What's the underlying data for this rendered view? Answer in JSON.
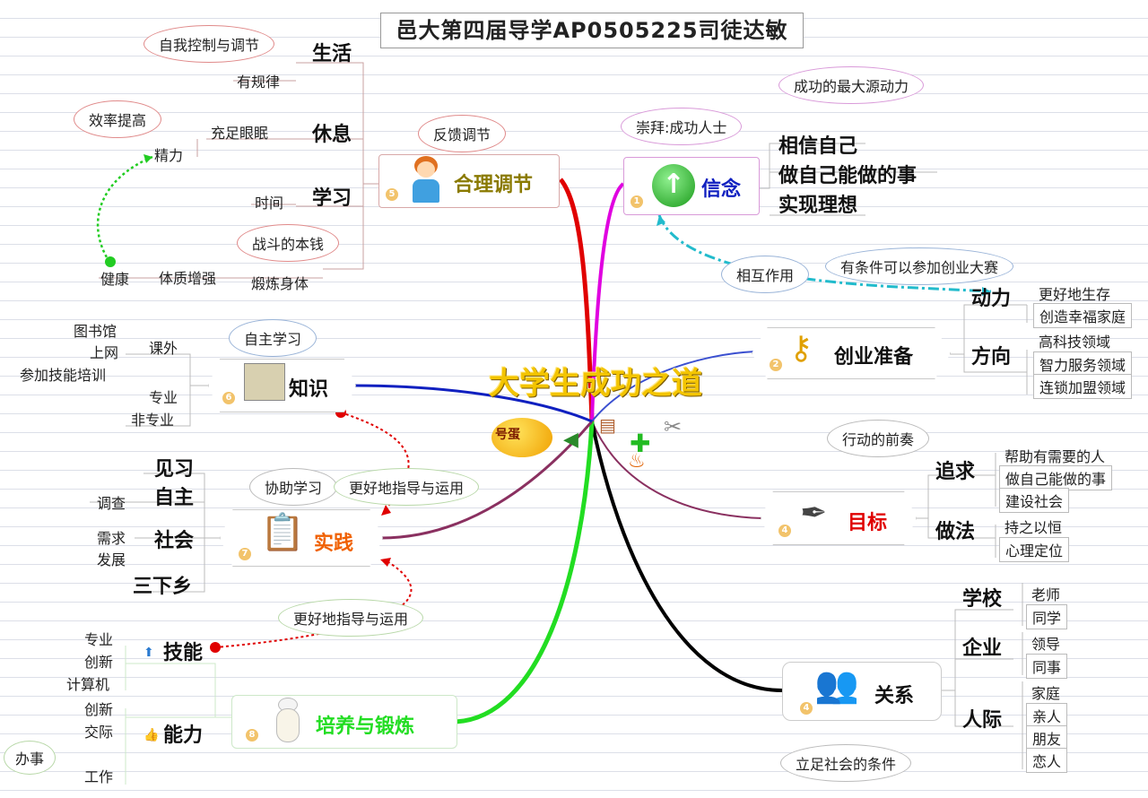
{
  "title": "邑大第四届导学AP0505225司徒达敏",
  "center": "大学生成功之道",
  "center_face_text": "号蛋",
  "topics": {
    "belief": {
      "num": "1",
      "label": "信念",
      "bubble_top": "成功的最大源动力",
      "bubble_left": "崇拜:成功人士",
      "items": [
        "相信自己",
        "做自己能做的事",
        "实现理想"
      ]
    },
    "startup": {
      "num": "2",
      "label": "创业准备",
      "bubble_interact": "相互作用",
      "bubble_contest": "有条件可以参加创业大赛",
      "dongli": "动力",
      "dongli_items": [
        "更好地生存",
        "创造幸福家庭"
      ],
      "fangxiang": "方向",
      "fangxiang_items": [
        "高科技领域",
        "智力服务领域",
        "连锁加盟领域"
      ]
    },
    "goal": {
      "num": "4",
      "label": "目标",
      "bubble": "行动的前奏",
      "zhuiqiu": "追求",
      "zhuiqiu_items": [
        "帮助有需要的人",
        "做自己能做的事",
        "建设社会"
      ],
      "zuofa": "做法",
      "zuofa_items": [
        "持之以恒",
        "心理定位"
      ]
    },
    "relation": {
      "num": "4",
      "label": "关系",
      "bubble": "立足社会的条件",
      "school": "学校",
      "school_items": [
        "老师",
        "同学"
      ],
      "company": "企业",
      "company_items": [
        "领导",
        "同事"
      ],
      "social": "人际",
      "social_items": [
        "家庭",
        "亲人",
        "朋友",
        "恋人"
      ]
    },
    "adjust": {
      "num": "5",
      "label": "合理调节",
      "bubble": "反馈调节",
      "life": "生活",
      "life_sub": "有规律",
      "life_bubble": "自我控制与调节",
      "rest": "休息",
      "rest_sub": "充足眼眠",
      "energy": "精力",
      "efficiency": "效率提高",
      "study": "学习",
      "study_sub": "时间",
      "exercise_bubble": "战斗的本钱",
      "exercise": "煅炼身体",
      "physique": "体质增强",
      "health": "健康"
    },
    "knowledge": {
      "num": "6",
      "label": "知识",
      "bubble": "自主学习",
      "extra": "课外",
      "extra_items": [
        "图书馆",
        "上网",
        "参加技能培训"
      ],
      "major": "专业",
      "nonmajor": "非专业"
    },
    "practice": {
      "num": "7",
      "label": "实践",
      "bubble_left": "协助学习",
      "bubble_right": "更好地指导与运用",
      "bubble_bottom": "更好地指导与运用",
      "intern": "见习",
      "self": "自主",
      "self_sub": "调查",
      "society": "社会",
      "society_items": [
        "需求",
        "发展"
      ],
      "countryside": "三下乡"
    },
    "training": {
      "num": "8",
      "label": "培养与锻炼",
      "skill": "技能",
      "skill_items": [
        "专业",
        "创新",
        "计算机"
      ],
      "ability": "能力",
      "ability_items": [
        "创新",
        "交际",
        "工作"
      ],
      "work_bubble": "办事"
    }
  },
  "colors": {
    "belief": "#e000e0",
    "startup": "#3a4fd0",
    "goal": "#8a3060",
    "relation": "#000000",
    "adjust": "#e00000",
    "knowledge": "#1020c0",
    "practice": "#8a3060",
    "training": "#22dd22"
  }
}
